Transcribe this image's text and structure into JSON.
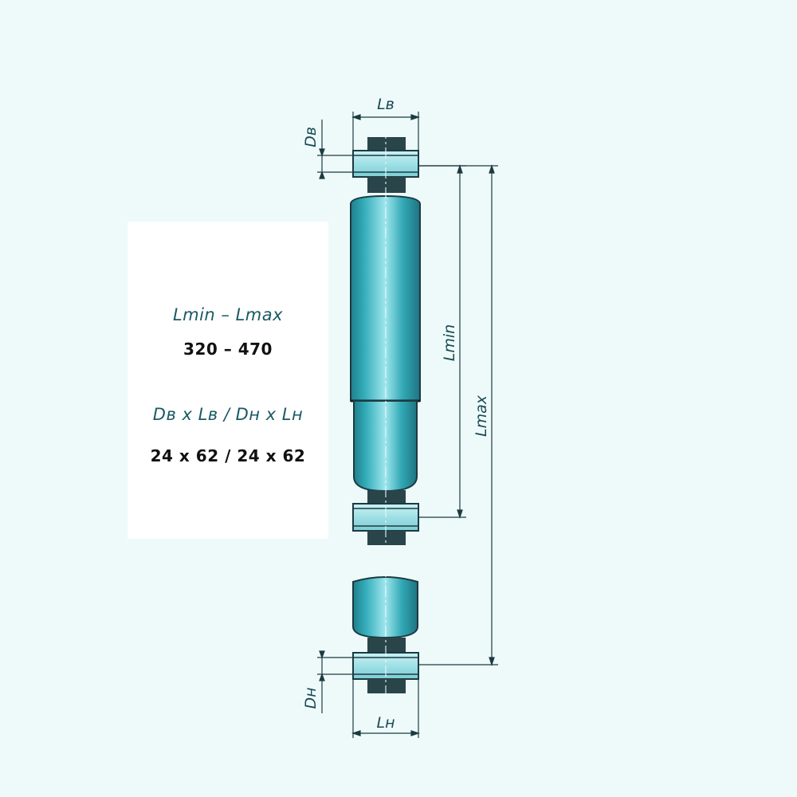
{
  "specs": {
    "range_label": "Lmin – Lmax",
    "range_value": "320 – 470",
    "dims_label": "Dв х Lв / Dн х Lн",
    "dims_value": "24 x 62 / 24 x 62"
  },
  "dimensions": {
    "top_eye_length": "Lв",
    "top_eye_diameter": "Dв",
    "min_length": "Lmin",
    "max_length": "Lmax",
    "bottom_eye_diameter": "Dн",
    "bottom_eye_length": "Lн"
  },
  "colors": {
    "body": "#3ab3c0",
    "outline": "#1c3a40",
    "bushing": "#29454a",
    "background": "#eefafa"
  }
}
